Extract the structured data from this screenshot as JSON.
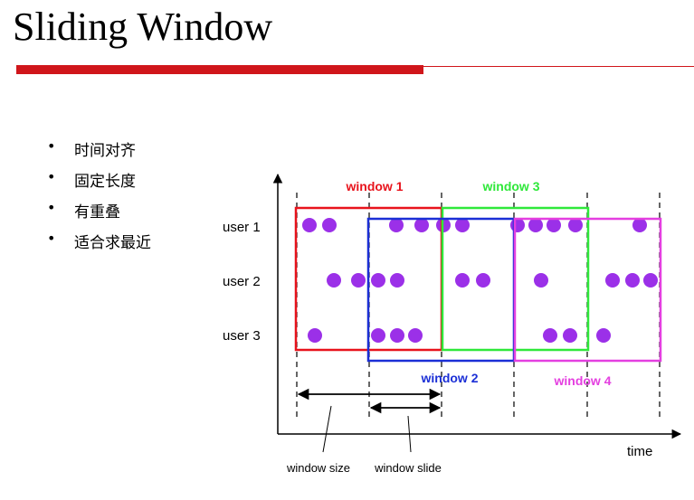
{
  "title": "Sliding Window",
  "bullets": [
    "时间对齐",
    "固定长度",
    "有重叠",
    "适合求最近"
  ],
  "users": [
    "user 1",
    "user 2",
    "user 3"
  ],
  "windows": [
    {
      "label": "window 1",
      "color": "#e8131c"
    },
    {
      "label": "window 2",
      "color": "#1b2fd6"
    },
    {
      "label": "window 3",
      "color": "#2fe83a"
    },
    {
      "label": "window 4",
      "color": "#e43fe0"
    }
  ],
  "annotations": {
    "window_size": "window size",
    "window_slide": "window slide",
    "time_axis": "time"
  },
  "colors": {
    "dot": "#9b30e8",
    "rule": "#d0161b"
  }
}
